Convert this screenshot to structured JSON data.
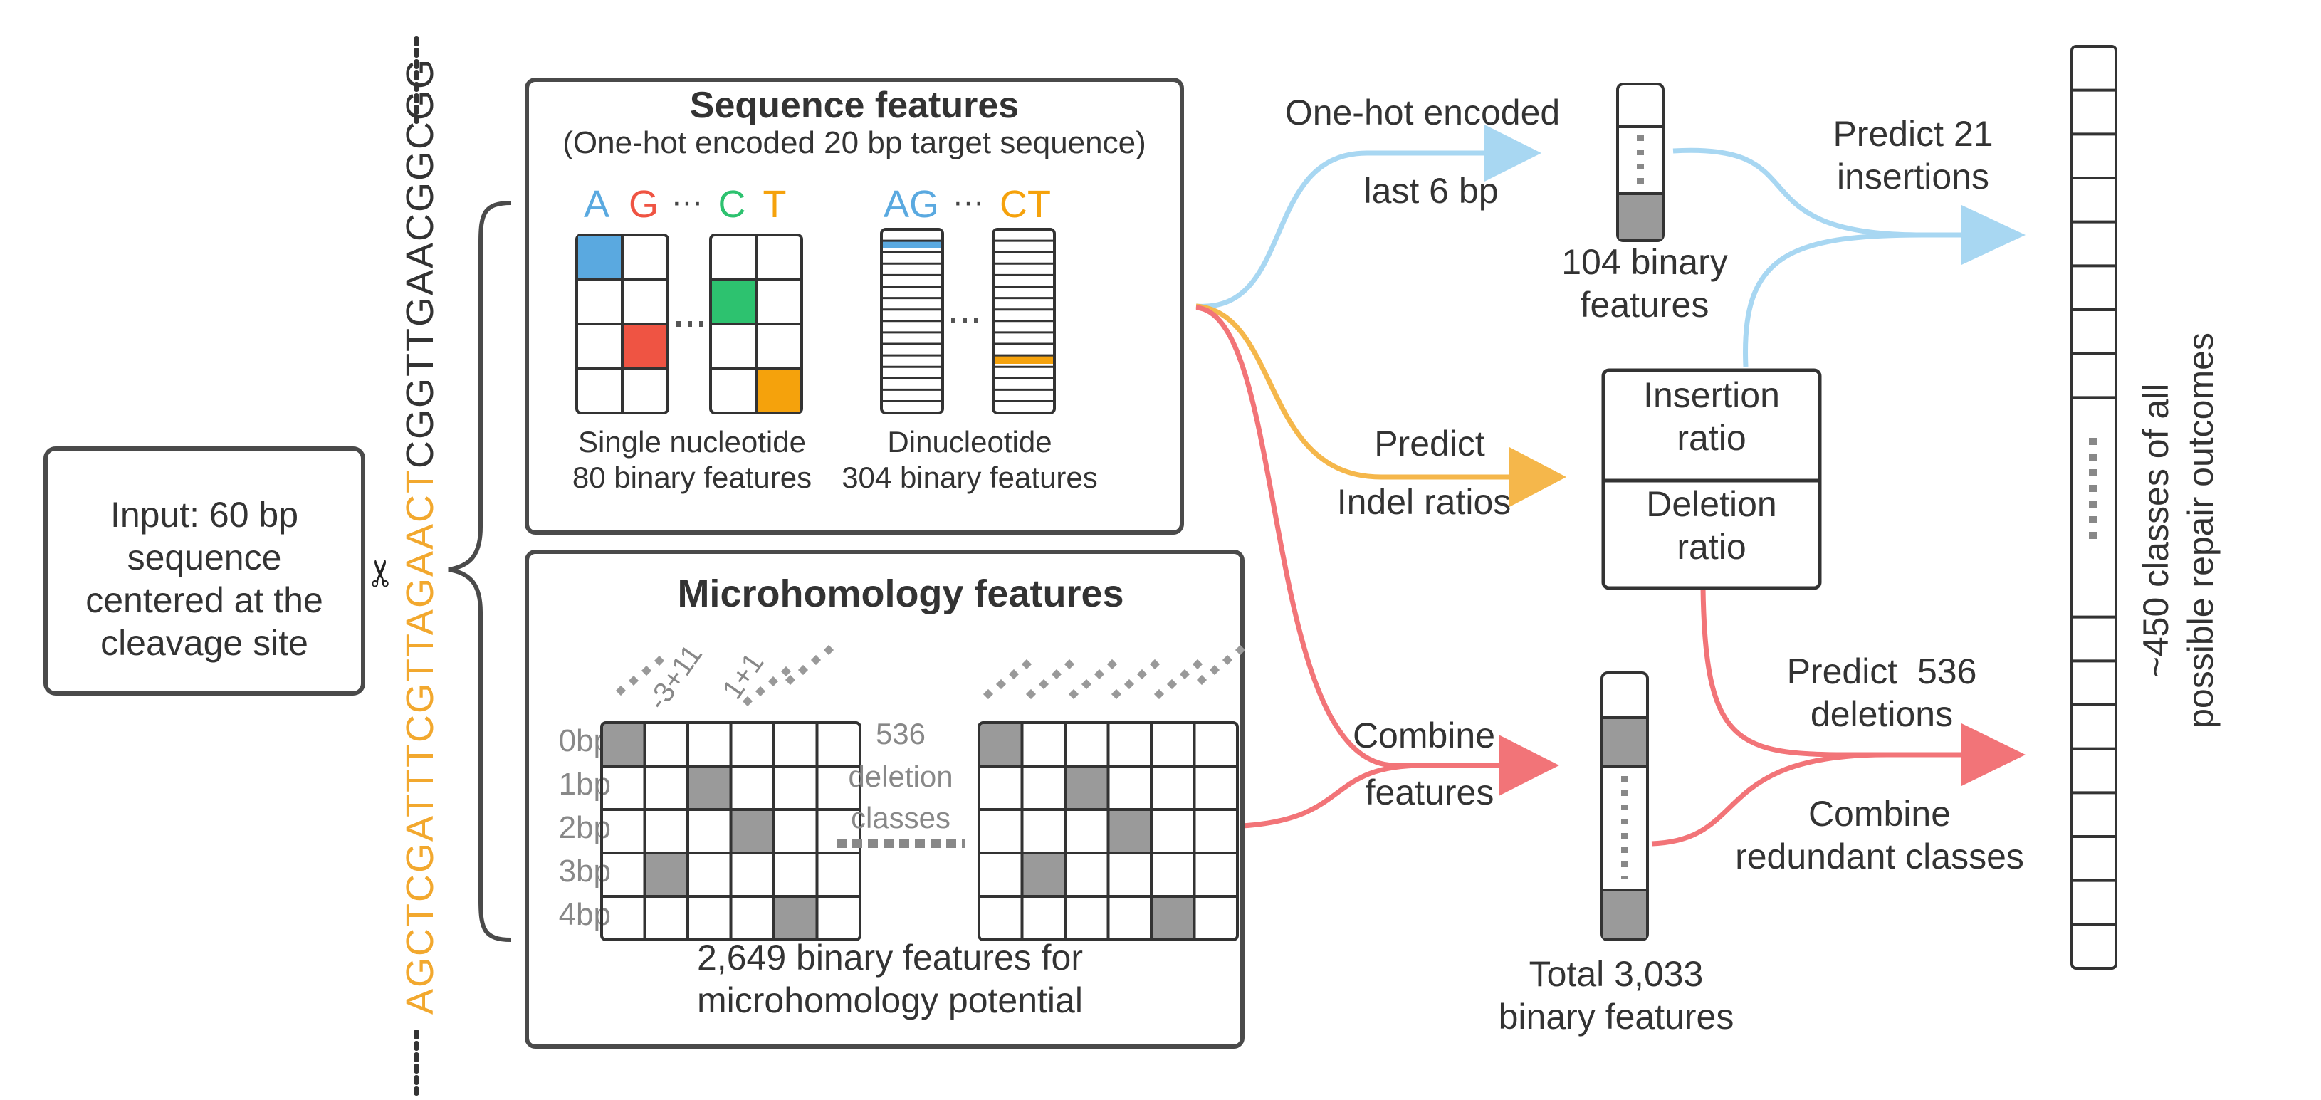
{
  "colors": {
    "a": "#5aa9e0",
    "g": "#ef5443",
    "c": "#2dc26f",
    "t": "#f5a20c",
    "pam_orange": "#f2a82e",
    "blue_flow": "#a8d7f2",
    "orange_flow": "#f5b74b",
    "red_flow": "#f27478",
    "border": "#4a4a4a",
    "grey_cell": "#9a9a9a",
    "grey_text": "#7a7a7a"
  },
  "input": {
    "label": "Input: 60 bp sequence centered at the cleavage site",
    "lines": [
      "Input: 60 bp",
      "sequence",
      "centered at the",
      "cleavage site"
    ],
    "scissors": "✂",
    "seq_orange": "AGCTCGATTTCGTTAGAACT",
    "seq_black": "CGGTTGAACGGCGG"
  },
  "sequence_features": {
    "title": "Sequence features",
    "subtitle": "(One-hot encoded 20 bp target sequence)",
    "nuc_letters": [
      "A",
      "G",
      "C",
      "T"
    ],
    "dinuc_letters": [
      "AG",
      "CT"
    ],
    "ellipsis": "···",
    "single_label": [
      "Single nucleotide",
      "80 binary features"
    ],
    "dinuc_label": [
      "Dinucleotide",
      "304 binary features"
    ]
  },
  "microhomology": {
    "title": "Microhomology features",
    "diag_labels": [
      "-3+11",
      "1+1"
    ],
    "row_labels": [
      "0bp",
      "1bp",
      "2bp",
      "3bp",
      "4bp"
    ],
    "middle_label": [
      "536",
      "deletion",
      "classes"
    ],
    "caption": [
      "2,649 binary features for",
      "microhomology potential"
    ]
  },
  "flow": {
    "onehot_label": [
      "One-hot encoded",
      "last 6 bp"
    ],
    "predict_indel": [
      "Predict",
      "Indel ratios"
    ],
    "combine_features": [
      "Combine",
      "features"
    ],
    "binary_104": [
      "104 binary",
      "features"
    ],
    "ratio_box": [
      "Insertion",
      "ratio",
      "Deletion",
      "ratio"
    ],
    "total_features": [
      "Total 3,033",
      "binary features"
    ],
    "predict_insertions": [
      "Predict 21",
      "insertions"
    ],
    "predict_deletions": [
      "Predict  536",
      "deletions"
    ],
    "combine_redundant": [
      "Combine",
      "redundant classes"
    ],
    "outcomes": [
      "~450 classes of all",
      "possible repair outcomes"
    ]
  }
}
